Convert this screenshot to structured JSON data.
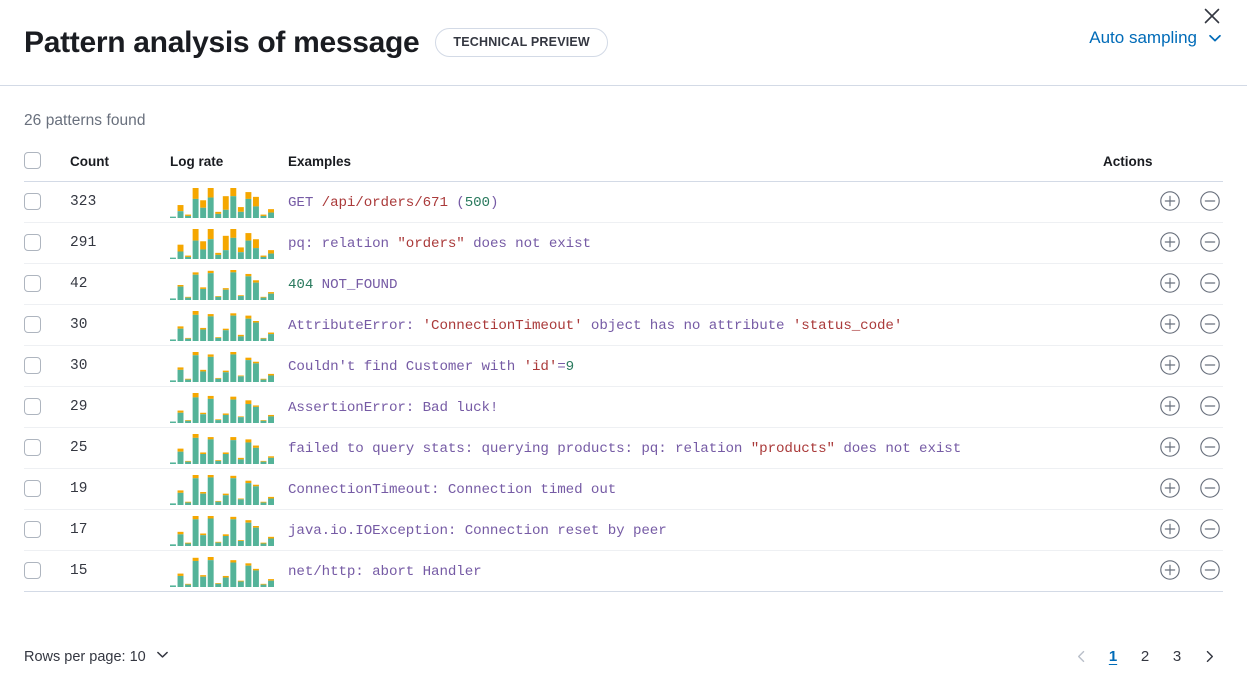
{
  "header": {
    "title": "Pattern analysis of message",
    "badge": "TECHNICAL PREVIEW",
    "sampling_label": "Auto sampling",
    "sampling_icon": "chevron-down-icon",
    "close_icon": "close-icon"
  },
  "body": {
    "patterns_found": "26 patterns found"
  },
  "table": {
    "columns": {
      "select": "",
      "count": "Count",
      "log_rate": "Log rate",
      "examples": "Examples",
      "actions": "Actions"
    },
    "action_icons": {
      "include": "circle-plus-icon",
      "exclude": "circle-minus-icon"
    },
    "rows": [
      {
        "count": "323",
        "example": "GET /api/orders/671 (500)",
        "example_tokens": [
          {
            "t": "GET ",
            "k": "base"
          },
          {
            "t": "/api/orders/671",
            "k": "str"
          },
          {
            "t": " (",
            "k": "base"
          },
          {
            "t": "500",
            "k": "num"
          },
          {
            "t": ")",
            "k": "base"
          }
        ],
        "sparkline": {
          "teal": [
            2,
            10,
            3,
            28,
            15,
            30,
            6,
            12,
            32,
            9,
            28,
            17,
            3,
            8
          ],
          "orange": [
            0,
            9,
            2,
            16,
            11,
            14,
            3,
            20,
            12,
            7,
            10,
            14,
            2,
            5
          ]
        }
      },
      {
        "count": "291",
        "example": "pq: relation \"orders\" does not exist",
        "example_tokens": [
          {
            "t": "pq: relation ",
            "k": "base"
          },
          {
            "t": "\"orders\"",
            "k": "str"
          },
          {
            "t": " does not exist",
            "k": "base"
          }
        ],
        "sparkline": {
          "teal": [
            2,
            11,
            3,
            27,
            14,
            29,
            6,
            13,
            31,
            10,
            27,
            16,
            3,
            8
          ],
          "orange": [
            0,
            10,
            2,
            17,
            12,
            15,
            3,
            21,
            13,
            7,
            11,
            13,
            2,
            5
          ]
        }
      },
      {
        "count": "42",
        "example": "404 NOT_FOUND",
        "example_tokens": [
          {
            "t": "404",
            "k": "num"
          },
          {
            "t": " NOT_FOUND",
            "k": "base"
          }
        ],
        "sparkline": {
          "teal": [
            2,
            17,
            3,
            32,
            14,
            34,
            4,
            13,
            35,
            5,
            30,
            22,
            3,
            8
          ],
          "orange": [
            0,
            2,
            1,
            3,
            2,
            3,
            1,
            2,
            3,
            1,
            3,
            3,
            1,
            2
          ]
        }
      },
      {
        "count": "30",
        "example": "AttributeError: 'ConnectionTimeout' object has no attribute 'status_code'",
        "example_tokens": [
          {
            "t": "AttributeError: ",
            "k": "base"
          },
          {
            "t": "'ConnectionTimeout'",
            "k": "str"
          },
          {
            "t": " object has no attribute ",
            "k": "base"
          },
          {
            "t": "'status_code'",
            "k": "str"
          }
        ],
        "sparkline": {
          "teal": [
            2,
            16,
            3,
            34,
            15,
            32,
            4,
            14,
            33,
            6,
            29,
            24,
            3,
            9
          ],
          "orange": [
            0,
            3,
            1,
            5,
            2,
            3,
            1,
            2,
            3,
            2,
            4,
            2,
            1,
            2
          ]
        }
      },
      {
        "count": "30",
        "example": "Couldn't find Customer with 'id'=9",
        "example_tokens": [
          {
            "t": "Couldn't find Customer with ",
            "k": "base"
          },
          {
            "t": "'id'",
            "k": "str"
          },
          {
            "t": "=",
            "k": "base"
          },
          {
            "t": "9",
            "k": "num"
          }
        ],
        "sparkline": {
          "teal": [
            2,
            15,
            3,
            33,
            13,
            31,
            4,
            12,
            34,
            7,
            27,
            23,
            3,
            8
          ],
          "orange": [
            0,
            3,
            1,
            4,
            2,
            3,
            1,
            2,
            3,
            1,
            3,
            2,
            1,
            2
          ]
        }
      },
      {
        "count": "29",
        "example": "AssertionError: Bad luck!",
        "example_tokens": [
          {
            "t": "AssertionError: Bad luck!",
            "k": "base"
          }
        ],
        "sparkline": {
          "teal": [
            2,
            14,
            3,
            35,
            12,
            33,
            4,
            11,
            32,
            8,
            26,
            22,
            3,
            9
          ],
          "orange": [
            0,
            3,
            1,
            6,
            2,
            4,
            1,
            2,
            4,
            1,
            5,
            2,
            1,
            2
          ]
        }
      },
      {
        "count": "25",
        "example": "failed to query stats: querying products: pq: relation \"products\" does not exist",
        "example_tokens": [
          {
            "t": "failed to query stats: querying products: pq: relation ",
            "k": "base"
          },
          {
            "t": "\"products\"",
            "k": "str"
          },
          {
            "t": " does not exist",
            "k": "base"
          }
        ],
        "sparkline": {
          "teal": [
            2,
            16,
            3,
            34,
            13,
            32,
            4,
            13,
            31,
            6,
            28,
            21,
            3,
            8
          ],
          "orange": [
            0,
            4,
            1,
            5,
            2,
            3,
            1,
            2,
            4,
            2,
            4,
            3,
            1,
            2
          ]
        }
      },
      {
        "count": "19",
        "example": "ConnectionTimeout: Connection timed out",
        "example_tokens": [
          {
            "t": "ConnectionTimeout: Connection timed out",
            "k": "base"
          }
        ],
        "sparkline": {
          "teal": [
            2,
            15,
            3,
            33,
            14,
            34,
            4,
            12,
            33,
            7,
            27,
            23,
            3,
            8
          ],
          "orange": [
            0,
            3,
            1,
            4,
            2,
            3,
            1,
            2,
            3,
            1,
            3,
            2,
            1,
            2
          ]
        }
      },
      {
        "count": "17",
        "example": "java.io.IOException: Connection reset by peer",
        "example_tokens": [
          {
            "t": "java.io.IOException: Connection reset by peer",
            "k": "base"
          }
        ],
        "sparkline": {
          "teal": [
            2,
            14,
            3,
            32,
            13,
            33,
            4,
            12,
            32,
            6,
            28,
            22,
            3,
            9
          ],
          "orange": [
            0,
            3,
            1,
            4,
            2,
            3,
            1,
            2,
            3,
            1,
            3,
            2,
            1,
            2
          ]
        }
      },
      {
        "count": "15",
        "example": "net/http: abort Handler",
        "example_tokens": [
          {
            "t": "net/http: abort Handler",
            "k": "base"
          }
        ],
        "sparkline": {
          "teal": [
            2,
            14,
            3,
            33,
            13,
            34,
            4,
            12,
            31,
            7,
            27,
            21,
            3,
            8
          ],
          "orange": [
            0,
            3,
            1,
            4,
            2,
            4,
            1,
            2,
            3,
            1,
            3,
            2,
            1,
            2
          ]
        }
      }
    ]
  },
  "footer": {
    "rows_per_page": "Rows per page: 10",
    "rows_per_page_icon": "chevron-down-icon",
    "prev_icon": "chevron-left-icon",
    "next_icon": "chevron-right-icon",
    "pages": [
      "1",
      "2",
      "3"
    ],
    "active_page": "1"
  },
  "colors": {
    "accent": "#006bb8",
    "spark_teal": "#54b399",
    "spark_orange": "#f5a700",
    "text": "#343741",
    "muted": "#69707d",
    "border": "#d3dae6",
    "token_base": "#765ba5",
    "token_string": "#aa3a3a",
    "token_number": "#2a7a5e"
  }
}
